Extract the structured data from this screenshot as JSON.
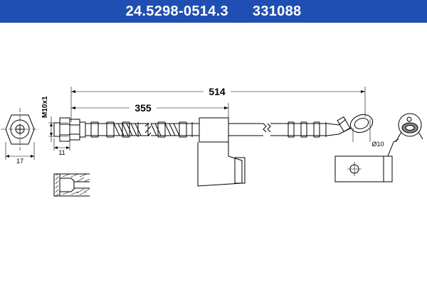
{
  "header": {
    "part_number": "24.5298-0514.3",
    "ref_number": "331088",
    "background": "#1f4fb3",
    "text_color": "#ffffff"
  },
  "dimensions": {
    "overall_length": "514",
    "partial_length": "355",
    "thread": "M10x1",
    "hex_width": "17",
    "fitting_length": "11",
    "eye_diameter": "Ø10"
  }
}
